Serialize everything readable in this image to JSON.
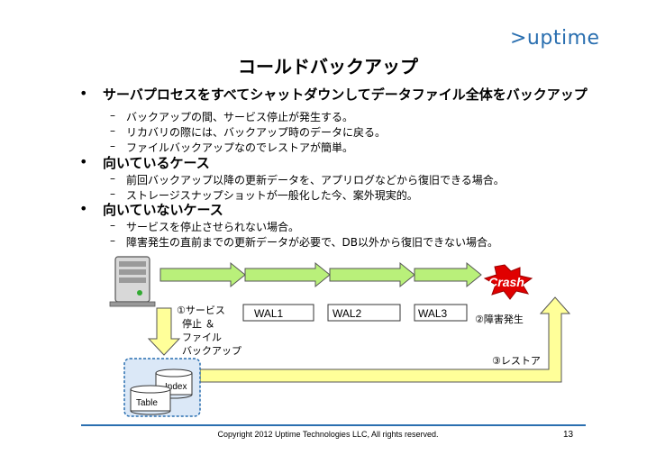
{
  "logo": ">uptime",
  "title": "コールドバックアップ",
  "bullets": [
    {
      "text": "サーバプロセスをすべてシャットダウンしてデータファイル全体をバックアップ",
      "subs": [
        "バックアップの間、サービス停止が発生する。",
        "リカバリの際には、バックアップ時のデータに戻る。",
        "ファイルバックアップなのでレストアが簡単。"
      ]
    },
    {
      "text": "向いているケース",
      "subs": [
        "前回バックアップ以降の更新データを、アプリログなどから復旧できる場合。",
        "ストレージスナップショットが一般化した今、案外現実的。"
      ]
    },
    {
      "text": "向いていないケース",
      "subs": [
        "サービスを停止させられない場合。",
        "障害発生の直前までの更新データが必要で、DB以外から復旧できない場合。"
      ]
    }
  ],
  "diagram": {
    "crash_label": "Crash",
    "step1": [
      "①サービス",
      "停止 ＆",
      "ファイル",
      "バックアップ"
    ],
    "wal": [
      "WAL1",
      "WAL2",
      "WAL3"
    ],
    "step2": "②障害発生",
    "step3": "③レストア",
    "index_label": "Index",
    "table_label": "Table"
  },
  "footer": {
    "copyright": "Copyright 2012 Uptime Technologies LLC, All rights reserved.",
    "page": "13"
  },
  "colors": {
    "logo": "#2a6fb0",
    "arrow_green": "#b9f07a",
    "arrow_yellow": "#ffff99",
    "crash_red": "#e00000",
    "storage_blue": "#dbe8f7"
  }
}
